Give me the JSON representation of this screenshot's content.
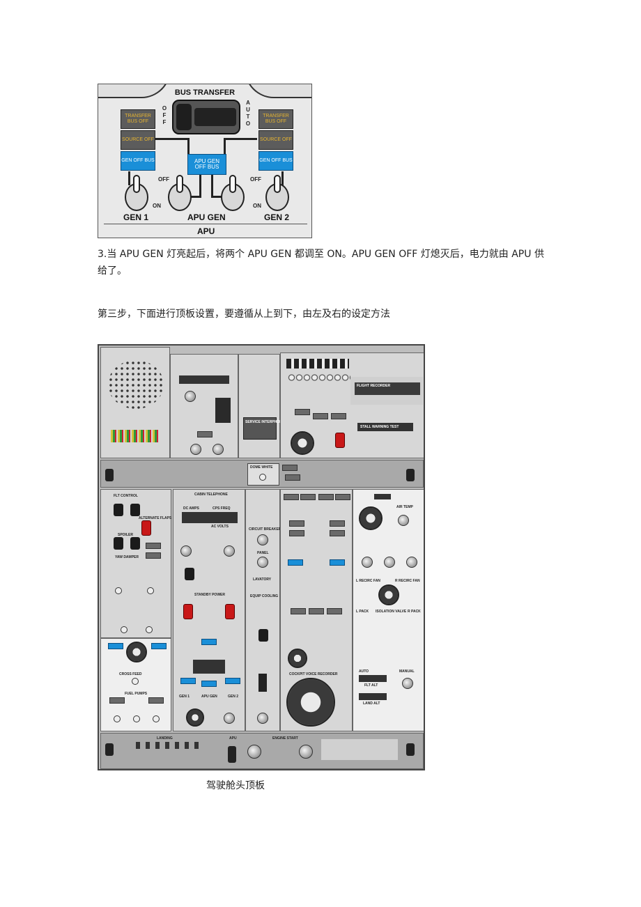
{
  "figure_electrical": {
    "bus_transfer_title": "BUS TRANSFER",
    "switch_off_label": "OFF",
    "switch_auto_label": "AUTO",
    "left_transfer_bus_off": "TRANSFER BUS OFF",
    "left_source_off": "SOURCE OFF",
    "left_gen_off_bus": "GEN OFF BUS",
    "apu_gen_off_bus": "APU GEN OFF BUS",
    "right_transfer_bus_off": "TRANSFER BUS OFF",
    "right_source_off": "SOURCE OFF",
    "right_gen_off_bus": "GEN OFF BUS",
    "off_left": "OFF",
    "on_left": "ON",
    "off_right": "OFF",
    "on_right": "ON",
    "gen1": "GEN 1",
    "apu_gen": "APU GEN",
    "gen2": "GEN 2",
    "apu": "APU"
  },
  "paragraph_1_line_1": "3.当 APU GEN 灯亮起后，将两个 APU GEN 都调至 ON。APU GEN OFF 灯熄灭后，电力就由 APU 供",
  "paragraph_1_line_2": "给了。",
  "paragraph_2": "第三步，下面进行顶板设置，要遵循从上到下，由左及右的设定方法",
  "figure_overhead": {
    "labels": {
      "service_interphone": "SERVICE INTERPHONE",
      "dome_white": "DOME WHITE",
      "cabin_telephone": "CABIN TELEPHONE",
      "flt_control": "FLT CONTROL",
      "alternate_flaps": "ALTERNATE FLAPS",
      "circuit_breaker": "CIRCUIT BREAKER",
      "panel": "PANEL",
      "lavatory": "LAVATORY",
      "equip_cooling": "EQUIP COOLING",
      "cross_feed": "CROSS FEED",
      "fuel_pumps": "FUEL PUMPS",
      "air_temp": "AIR TEMP",
      "flt_alt": "FLT ALT",
      "land_alt": "LAND ALT",
      "manual": "MANUAL",
      "auto": "AUTO",
      "engine_start": "ENGINE START",
      "landing": "LANDING",
      "apu": "APU",
      "gen1": "GEN 1",
      "gen2": "GEN 2",
      "apu_gen": "APU GEN",
      "flight_recorder": "FLIGHT RECORDER",
      "stall_warning_test": "STALL WARNING TEST",
      "standby_power": "STANDBY POWER",
      "dc_amps": "DC AMPS",
      "cps_freq": "CPS FREQ",
      "ac_volts": "AC VOLTS",
      "yaw_damper": "YAW DAMPER",
      "spoiler": "SPOILER",
      "l_recirc_fan": "L RECIRC FAN",
      "r_recirc_fan": "R RECIRC FAN",
      "isolation_valve": "ISOLATION VALVE",
      "l_pack": "L PACK",
      "r_pack": "R PACK",
      "cockpit_voice_recorder": "COCKPIT VOICE RECORDER"
    }
  },
  "caption": "驾驶舱头顶板"
}
